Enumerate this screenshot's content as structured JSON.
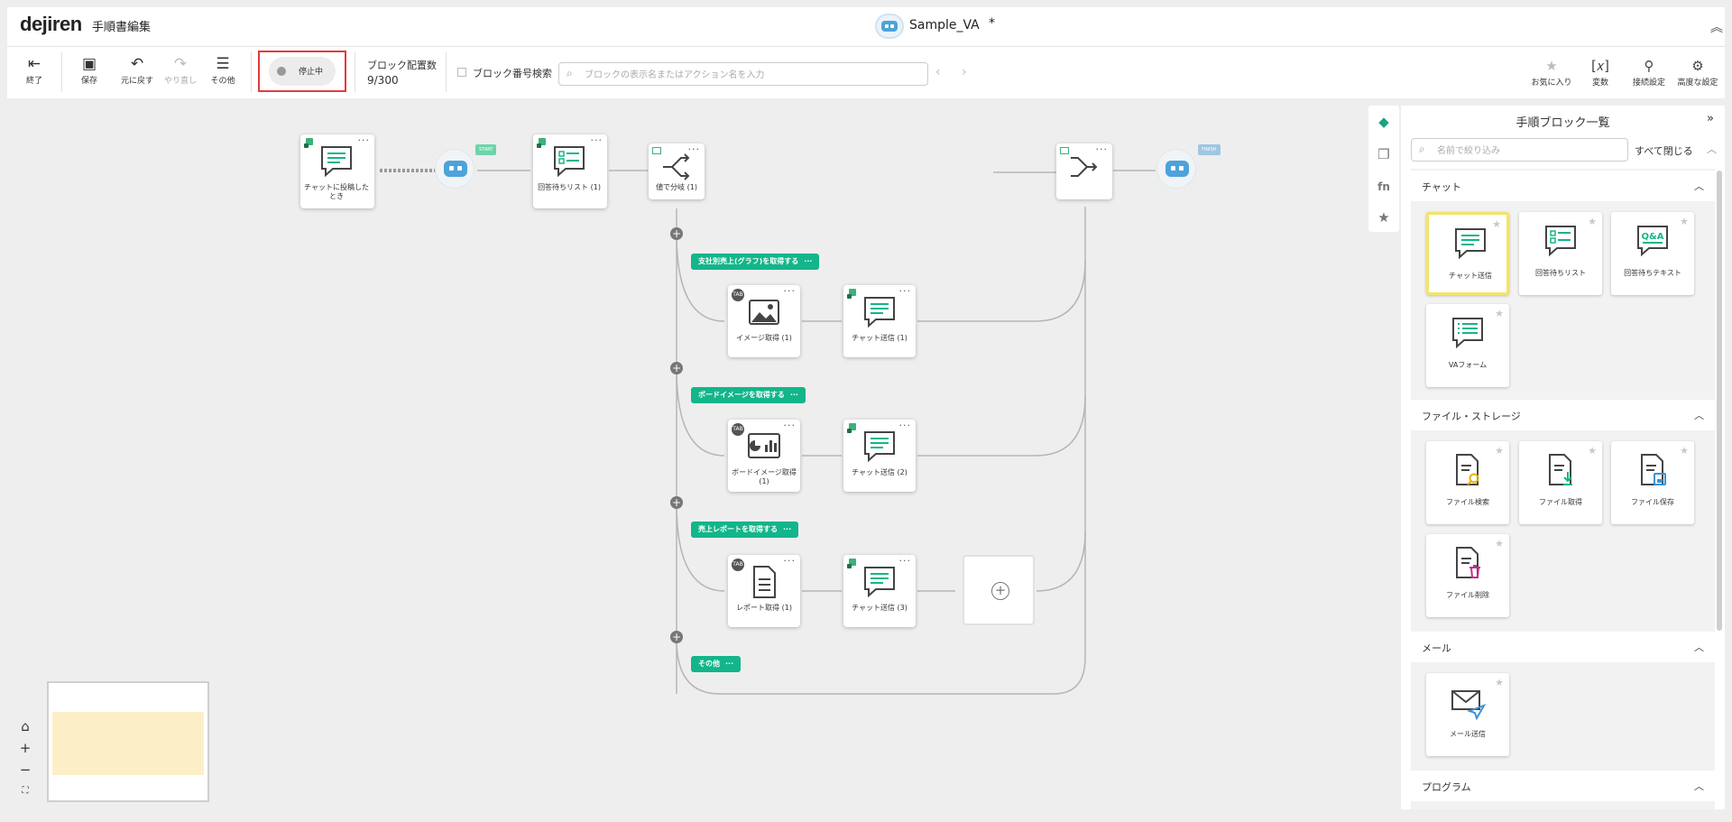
{
  "header": {
    "logo": "dejiren",
    "page_title": "手順書編集",
    "va_name": "Sample_VA",
    "modified_mark": "*",
    "collapse_icon": "chevron-double-up"
  },
  "toolbar": {
    "buttons": [
      {
        "label": "終了",
        "icon": "exit-icon"
      },
      {
        "label": "保存",
        "icon": "save-icon"
      },
      {
        "label": "元に戻す",
        "icon": "undo-icon"
      },
      {
        "label": "やり直し",
        "icon": "redo-icon"
      },
      {
        "label": "その他",
        "icon": "menu-icon"
      }
    ],
    "status_label": "停止中",
    "block_count_label": "ブロック配置数",
    "block_count_value": "9/300",
    "block_number_search_label": "ブロック番号検索",
    "search_placeholder": "ブロックの表示名またはアクション名を入力",
    "right_buttons": [
      {
        "label": "お気に入り",
        "icon": "star-icon"
      },
      {
        "label": "変数",
        "icon": "variable-icon"
      },
      {
        "label": "接続設定",
        "icon": "connection-icon"
      },
      {
        "label": "高度な設定",
        "icon": "gears-icon"
      }
    ]
  },
  "flow": {
    "start_flag": "START",
    "finish_flag": "FINISH",
    "nodes": [
      {
        "id": "n1",
        "label": "チャットに投稿したとき",
        "icon": "chat-icon"
      },
      {
        "id": "n2",
        "label": "回答待ちリスト (1)",
        "icon": "list-icon"
      },
      {
        "id": "n3",
        "label": "値で分岐 (1)",
        "icon": "branch-icon"
      },
      {
        "id": "n4",
        "label": "",
        "icon": "merge-icon"
      },
      {
        "id": "n5",
        "label": "イメージ取得 (1)",
        "icon": "image-icon"
      },
      {
        "id": "n6",
        "label": "チャット送信 (1)",
        "icon": "chat-icon"
      },
      {
        "id": "n7",
        "label": "ボードイメージ取得 (1)",
        "icon": "board-icon"
      },
      {
        "id": "n8",
        "label": "チャット送信 (2)",
        "icon": "chat-icon"
      },
      {
        "id": "n9",
        "label": "レポート取得 (1)",
        "icon": "report-icon"
      },
      {
        "id": "n10",
        "label": "チャット送信 (3)",
        "icon": "chat-icon"
      }
    ],
    "branches": [
      {
        "label": "支社別売上(グラフ)を取得する",
        "more": "···"
      },
      {
        "label": "ボードイメージを取得する",
        "more": "···"
      },
      {
        "label": "売上レポートを取得する",
        "more": "···"
      },
      {
        "label": "その他",
        "more": "···"
      }
    ],
    "badge_text": "TAB"
  },
  "panel": {
    "title": "手順ブロック一覧",
    "search_placeholder": "名前で絞り込み",
    "collapse_all": "すべて閉じる",
    "categories": [
      {
        "title": "チャット",
        "items": [
          {
            "label": "チャット送信",
            "icon": "chat-send-icon"
          },
          {
            "label": "回答待ちリスト",
            "icon": "answer-list-icon"
          },
          {
            "label": "回答待ちテキスト",
            "icon": "qa-icon"
          },
          {
            "label": "VAフォーム",
            "icon": "form-icon"
          }
        ]
      },
      {
        "title": "ファイル・ストレージ",
        "items": [
          {
            "label": "ファイル検索",
            "icon": "file-search-icon"
          },
          {
            "label": "ファイル取得",
            "icon": "file-download-icon"
          },
          {
            "label": "ファイル保存",
            "icon": "file-save-icon"
          },
          {
            "label": "ファイル削除",
            "icon": "file-delete-icon"
          }
        ]
      },
      {
        "title": "メール",
        "items": [
          {
            "label": "メール送信",
            "icon": "mail-send-icon"
          }
        ]
      },
      {
        "title": "プログラム",
        "items": []
      }
    ]
  },
  "colors": {
    "accent_green": "#13b58a",
    "robot_blue": "#4da3d9",
    "highlight_red": "#e23b3b",
    "selected_yellow": "#f4e46a"
  }
}
